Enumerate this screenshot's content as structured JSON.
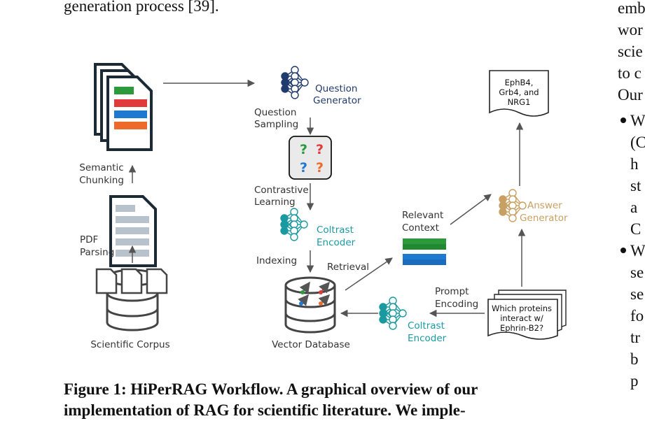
{
  "text_above": "generation process [39].",
  "right_column_fragments": [
    "emb",
    "wor",
    "scie",
    "to c",
    "Our"
  ],
  "right_bullet_1": [
    "W",
    "(C",
    "h",
    "st",
    "a",
    "C"
  ],
  "right_bullet_2": [
    "W",
    "se",
    "se",
    "fo",
    "tr",
    "b",
    "p"
  ],
  "diagram": {
    "semantic_chunking": [
      "Semantic",
      "Chunking"
    ],
    "pdf_parsing": [
      "PDF",
      "Parsing"
    ],
    "scientific_corpus": "Scientific Corpus",
    "question_generator": [
      "Question",
      "Generator"
    ],
    "question_sampling": [
      "Question",
      "Sampling"
    ],
    "contrastive_learning": [
      "Contrastive",
      "Learning"
    ],
    "encoder_top": [
      "Coltrast",
      "Encoder"
    ],
    "indexing": "Indexing",
    "retrieval": "Retrieval",
    "vector_database": "Vector Database",
    "relevant_context": [
      "Relevant",
      "Context"
    ],
    "answer_generator": [
      "Answer",
      "Generator"
    ],
    "answer_doc": [
      "EphB4,",
      "Grb4, and",
      "NRG1"
    ],
    "prompt_encoding": [
      "Prompt",
      "Encoding"
    ],
    "encoder_bottom": [
      "Coltrast",
      "Encoder"
    ],
    "query_doc": [
      "Which proteins",
      "interact w/",
      "Ephrin-B2?"
    ]
  },
  "caption": "Figure 1: HiPerRAG Workflow. A graphical overview of our implementation of RAG for scientific literature. We imple-",
  "colors": {
    "green": "#2a9a3a",
    "red": "#e03a3a",
    "blue": "#1e7ad0",
    "orange": "#ee6a2a",
    "teal": "#1a9aa0",
    "gold": "#c9a063",
    "navy": "#1f3b6e"
  }
}
